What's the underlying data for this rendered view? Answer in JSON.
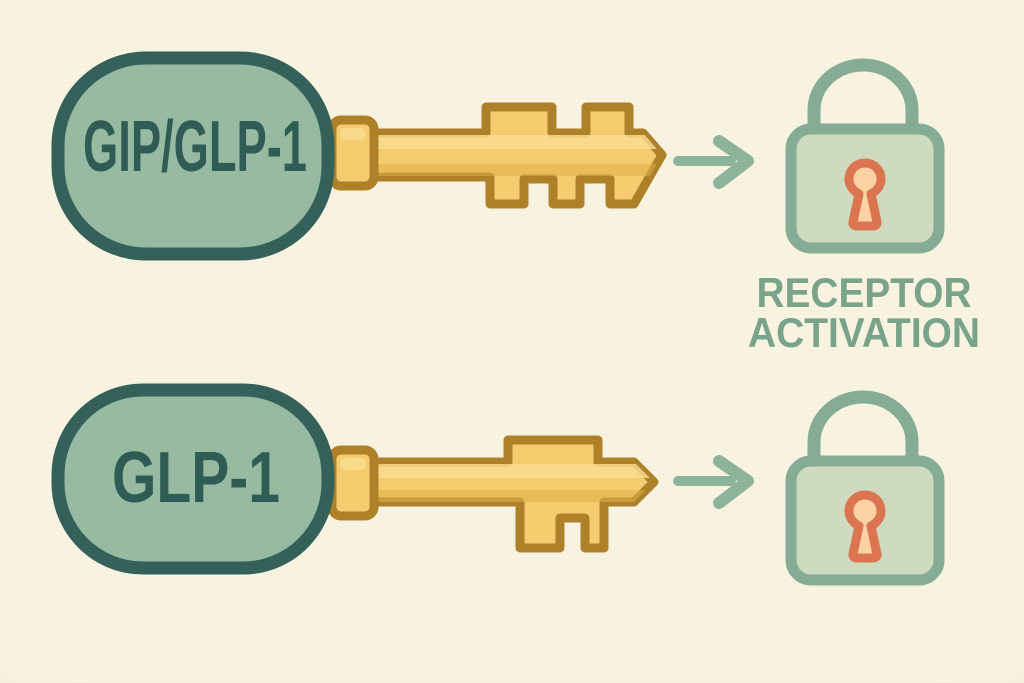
{
  "colors": {
    "background": "#f9f4e2",
    "key_head_fill": "#96bba2",
    "key_head_stroke": "#34605a",
    "key_label_text": "#2f5b55",
    "gold_fill": "#f5cd6e",
    "gold_highlight": "#fadf92",
    "gold_shade": "#e2b148",
    "gold_stroke": "#ae8128",
    "arrow": "#8db49b",
    "lock_stroke": "#85ac94",
    "lock_body_fill": "#cfdbc1",
    "keyhole_stroke": "#dc7450",
    "keyhole_fill": "#fdd3a4",
    "caption_text": "#79a489"
  },
  "diagram": {
    "rows": [
      {
        "key_label": "GIP/GLP-1"
      },
      {
        "key_label": "GLP-1"
      }
    ],
    "caption": {
      "line1": "RECEPTOR",
      "line2": "ACTIVATION"
    }
  },
  "icons": {
    "key": "key-icon",
    "arrow": "arrow-right-icon",
    "lock": "padlock-icon",
    "keyhole": "keyhole-icon"
  }
}
